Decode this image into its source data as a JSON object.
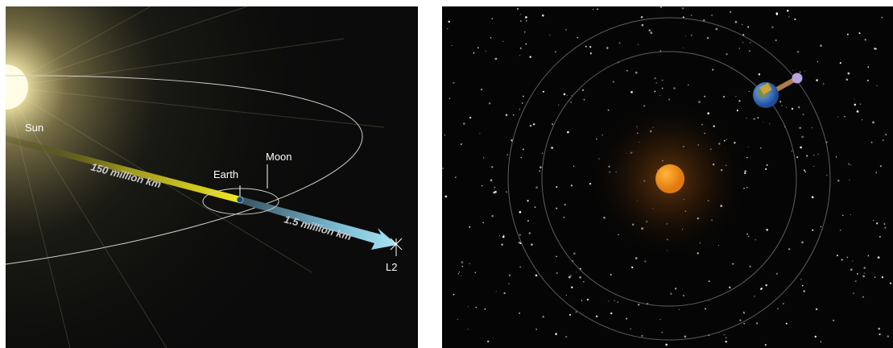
{
  "left_diagram": {
    "labels": {
      "sun": "Sun",
      "earth": "Earth",
      "moon": "Moon",
      "l2": "L2"
    },
    "distances": {
      "sun_to_earth": "150 million km",
      "earth_to_l2": "1.5 million km"
    },
    "colors": {
      "sun_glow": "#fff7c8",
      "sun_arrow": "#e8e020",
      "l2_arrow": "#8fd8f0",
      "orbit_line": "#d8d8d8"
    }
  },
  "right_diagram": {
    "colors": {
      "sun": "#f59a1a",
      "orbit_rings": "#6a6a6a",
      "earth": "#3a6fc0",
      "moon": "#b7a0d8",
      "background": "#050505"
    }
  }
}
